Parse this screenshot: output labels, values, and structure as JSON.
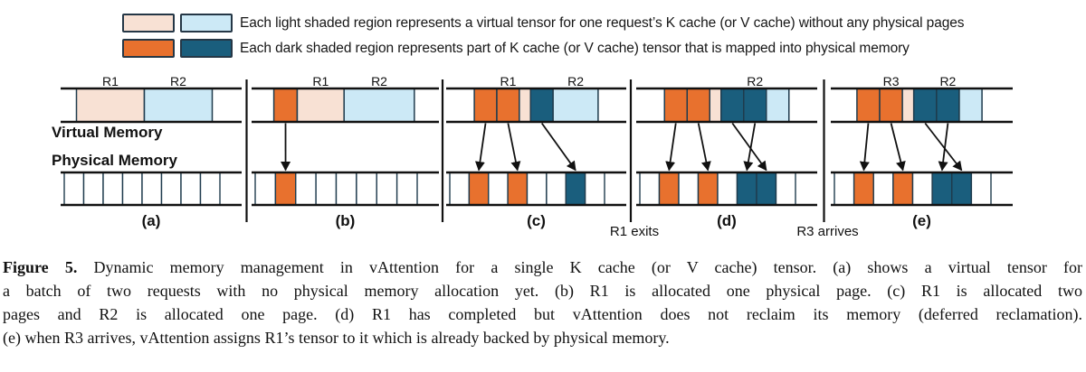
{
  "colors": {
    "light_pink": "#F8E1D4",
    "light_blue": "#CCE9F6",
    "orange": "#E8712E",
    "teal": "#1A5E7D",
    "line_dark": "#111111",
    "cell_border": "#1F3B4D",
    "swatch_border": "#253746"
  },
  "legend": {
    "rows": [
      {
        "swatches": [
          "light_pink",
          "light_blue"
        ],
        "text": "Each light shaded region represents a virtual tensor for one request’s K cache (or V cache) without any physical pages"
      },
      {
        "swatches": [
          "orange",
          "teal"
        ],
        "text": "Each dark shaded region represents part of K cache (or V cache) tensor that is mapped into physical memory"
      }
    ]
  },
  "diagram": {
    "axis_labels": {
      "virtual": "Virtual Memory",
      "physical": "Physical Memory"
    },
    "divider_annotations": [
      {
        "text": "R1 exits",
        "divider": 2
      },
      {
        "text": "R3 arrives",
        "divider": 3
      }
    ],
    "panels": [
      {
        "letter": "(a)",
        "labels": [
          {
            "text": "R1",
            "seg": 1
          },
          {
            "text": "R2",
            "seg": 2
          }
        ],
        "virtual": [
          {
            "type": "gap",
            "w": 0.7
          },
          {
            "type": "region",
            "color": "light_pink",
            "w": 3
          },
          {
            "type": "region",
            "color": "light_blue",
            "w": 3
          },
          {
            "type": "gap",
            "w": 1.3
          }
        ],
        "physical": [
          "white",
          "white",
          "white",
          "white",
          "white",
          "white",
          "white",
          "white"
        ],
        "arrows": []
      },
      {
        "letter": "(b)",
        "labels": [
          {
            "text": "R1",
            "seg": 2
          },
          {
            "text": "R2",
            "seg": 3
          }
        ],
        "virtual": [
          {
            "type": "gap",
            "w": 0.95
          },
          {
            "type": "page",
            "color": "orange",
            "w": 1
          },
          {
            "type": "region",
            "color": "light_pink",
            "w": 2
          },
          {
            "type": "region",
            "color": "light_blue",
            "w": 3
          },
          {
            "type": "gap",
            "w": 1.05
          }
        ],
        "physical": [
          "white",
          "orange",
          "white",
          "white",
          "white",
          "white",
          "white",
          "white"
        ],
        "arrows": [
          {
            "from": 1,
            "to": 1
          }
        ]
      },
      {
        "letter": "(c)",
        "labels": [
          {
            "text": "R1",
            "seg": 2
          },
          {
            "text": "R2",
            "seg": 5
          }
        ],
        "virtual": [
          {
            "type": "gap",
            "w": 1.25
          },
          {
            "type": "page",
            "color": "orange",
            "w": 1
          },
          {
            "type": "page",
            "color": "orange",
            "w": 1
          },
          {
            "type": "region",
            "color": "light_pink",
            "w": 0.5
          },
          {
            "type": "page",
            "color": "teal",
            "w": 1
          },
          {
            "type": "region",
            "color": "light_blue",
            "w": 2
          },
          {
            "type": "gap",
            "w": 1.25
          }
        ],
        "physical": [
          "white",
          "orange",
          "white",
          "orange",
          "white",
          "white",
          "teal",
          "white"
        ],
        "arrows": [
          {
            "from": 1,
            "to": 1
          },
          {
            "from": 2,
            "to": 3
          },
          {
            "from": 4,
            "to": 6
          }
        ]
      },
      {
        "letter": "(d)",
        "labels": [
          {
            "text": "R2",
            "seg": 5
          }
        ],
        "virtual": [
          {
            "type": "gap",
            "w": 1.25
          },
          {
            "type": "page",
            "color": "orange",
            "w": 1
          },
          {
            "type": "page",
            "color": "orange",
            "w": 1
          },
          {
            "type": "region",
            "color": "light_pink",
            "w": 0.5
          },
          {
            "type": "page",
            "color": "teal",
            "w": 1
          },
          {
            "type": "page",
            "color": "teal",
            "w": 1
          },
          {
            "type": "page",
            "color": "light_blue",
            "w": 1
          },
          {
            "type": "gap",
            "w": 1.25
          }
        ],
        "physical": [
          "white",
          "orange",
          "white",
          "orange",
          "white",
          "teal",
          "teal",
          "white"
        ],
        "arrows": [
          {
            "from": 1,
            "to": 1
          },
          {
            "from": 2,
            "to": 3
          },
          {
            "from": 4,
            "to": 6
          },
          {
            "from": 5,
            "to": 5
          }
        ]
      },
      {
        "letter": "(e)",
        "labels": [
          {
            "text": "R3",
            "seg": 2
          },
          {
            "text": "R2",
            "seg": 5
          }
        ],
        "virtual": [
          {
            "type": "gap",
            "w": 1.15
          },
          {
            "type": "page",
            "color": "orange",
            "w": 1
          },
          {
            "type": "page",
            "color": "orange",
            "w": 1
          },
          {
            "type": "region",
            "color": "light_pink",
            "w": 0.5
          },
          {
            "type": "page",
            "color": "teal",
            "w": 1
          },
          {
            "type": "page",
            "color": "teal",
            "w": 1
          },
          {
            "type": "page",
            "color": "light_blue",
            "w": 1
          },
          {
            "type": "gap",
            "w": 1.35
          }
        ],
        "physical": [
          "white",
          "orange",
          "white",
          "orange",
          "white",
          "teal",
          "teal",
          "white"
        ],
        "arrows": [
          {
            "from": 1,
            "to": 1
          },
          {
            "from": 2,
            "to": 3
          },
          {
            "from": 4,
            "to": 6
          },
          {
            "from": 5,
            "to": 5
          }
        ]
      }
    ]
  },
  "caption": {
    "label_bold": "Figure 5.",
    "line1_rest": " Dynamic memory management in vAttention for a single K cache (or V cache) tensor. (a) shows a virtual tensor for",
    "lines": [
      "a batch of two requests with no physical memory allocation yet. (b) R1 is allocated one physical page. (c) R1 is allocated two",
      "pages and R2 is allocated one page. (d) R1 has completed but vAttention does not reclaim its memory (deferred reclamation).",
      "(e) when R3 arrives, vAttention assigns R1’s tensor to it which is already backed by physical memory."
    ]
  }
}
